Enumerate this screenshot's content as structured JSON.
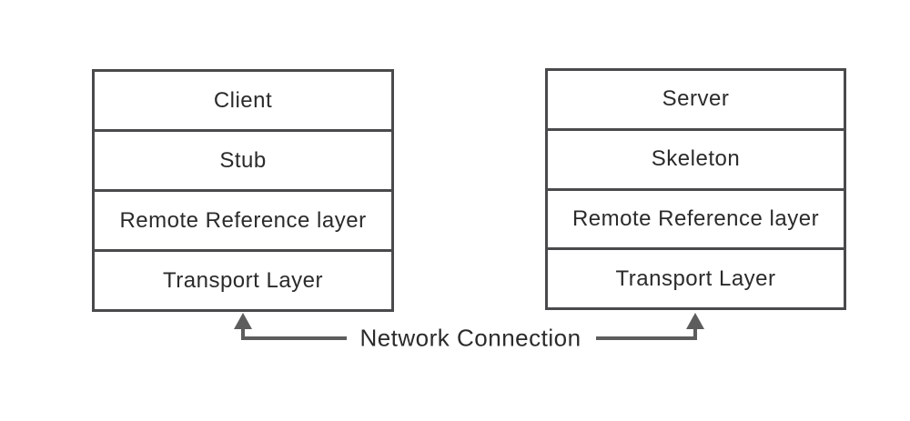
{
  "diagram": {
    "stacks": [
      {
        "id": "client",
        "layers": [
          "Client",
          "Stub",
          "Remote Reference layer",
          "Transport Layer"
        ]
      },
      {
        "id": "server",
        "layers": [
          "Server",
          "Skeleton",
          "Remote Reference layer",
          "Transport Layer"
        ]
      }
    ],
    "connector_label": "Network Connection",
    "colors": {
      "background": "#ffffff",
      "box_border": "#4a4a4c",
      "text": "#2b2b2b",
      "connector": "#5d5d5d"
    }
  }
}
